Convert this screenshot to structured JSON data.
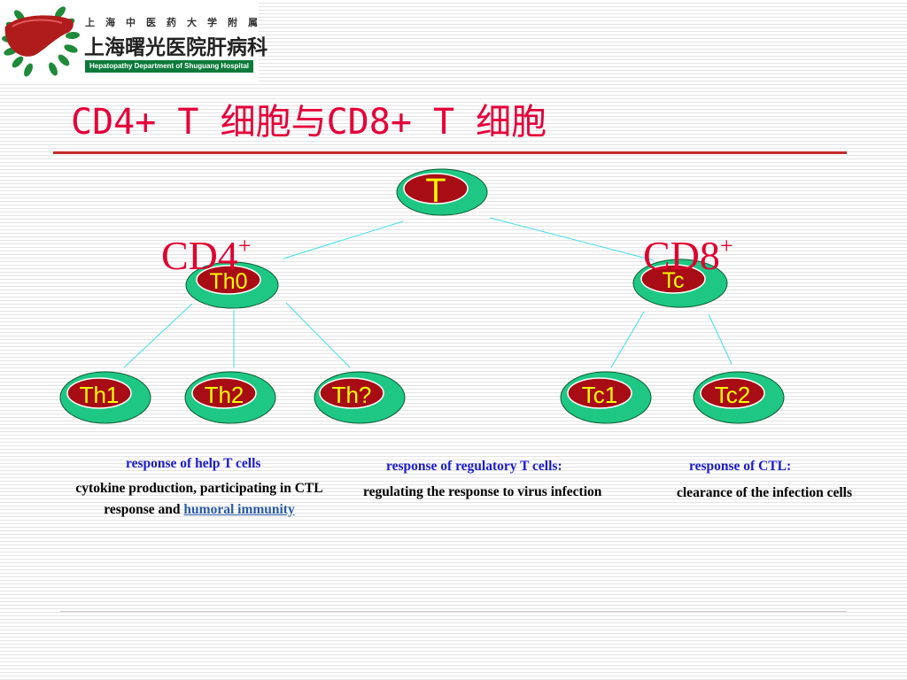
{
  "logo": {
    "top_text": "上海中医药大学附属",
    "main_text": "上海曙光医院肝病科",
    "sub_text": "Hepatopathy Department of Shuguang Hospital",
    "icon": "liver-laurel-icon"
  },
  "title": "CD4+ T 细胞与CD8+ T 细胞",
  "colors": {
    "title": "#e4003a",
    "node_outer": "#1ec884",
    "node_inner": "#a80c14",
    "node_text": "#ffff00",
    "connector": "#40e0e8",
    "heading_blue": "#1a1acc"
  },
  "groups": {
    "cd4": {
      "label": "CD4",
      "sup": "+"
    },
    "cd8": {
      "label": "CD8",
      "sup": "+"
    }
  },
  "nodes": {
    "t": "T",
    "th0": "Th0",
    "tc": "Tc",
    "th1": "Th1",
    "th2": "Th2",
    "th_q": "Th?",
    "tc1": "Tc1",
    "tc2": "Tc2"
  },
  "responses": {
    "help": {
      "heading": "response of  help T cells",
      "body": "cytokine production, participating in CTL response and",
      "link": "humoral immunity"
    },
    "regulatory": {
      "heading": "response of regulatory T cells:",
      "body": "regulating the response to virus infection"
    },
    "ctl": {
      "heading": "response of CTL:",
      "body": "clearance of the infection cells"
    }
  }
}
